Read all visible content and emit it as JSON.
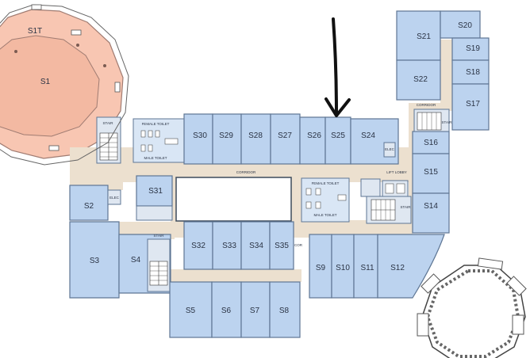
{
  "rooms": {
    "s1t": "S1T",
    "s1": "S1",
    "s2": "S2",
    "s3": "S3",
    "s4": "S4",
    "s5": "S5",
    "s6": "S6",
    "s7": "S7",
    "s8": "S8",
    "s9": "S9",
    "s10": "S10",
    "s11": "S11",
    "s12": "S12",
    "s14": "S14",
    "s15": "S15",
    "s16": "S16",
    "s17": "S17",
    "s18": "S18",
    "s19": "S19",
    "s20": "S20",
    "s21": "S21",
    "s22": "S22",
    "s24": "S24",
    "s25": "S25",
    "s26": "S26",
    "s27": "S27",
    "s28": "S28",
    "s29": "S29",
    "s30": "S30",
    "s31": "S31",
    "s32": "S32",
    "s33": "S33",
    "s34": "S34",
    "s35": "S35"
  },
  "labels": {
    "corridor_main": "CORRIDOR",
    "corridor_east": "CORRIDOR",
    "lift_lobby": "LIFT LOBBY",
    "female_toilet_north": "FEMALE TOILET",
    "male_toilet_north": "MALE TOILET",
    "female_toilet_center": "FEMALE TOILET",
    "male_toilet_center": "MALE TOILET",
    "stair_nw": "STAIR",
    "stair_ne": "STAIR",
    "stair_e": "STAIR",
    "stair_sw": "STAIR",
    "elec_w": "ELEC",
    "elec_e": "ELEC",
    "cor_small": "COR"
  },
  "colors": {
    "room_fill": "#bcd3ef",
    "room_stroke": "#5e7694",
    "highlight_fill": "#f8c6b2",
    "corridor_fill": "#ece0cf",
    "arrow": "#111111"
  }
}
